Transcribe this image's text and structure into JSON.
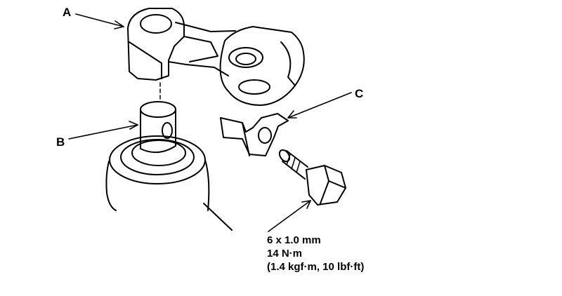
{
  "callouts": {
    "a": "A",
    "b": "B",
    "c": "C"
  },
  "spec": {
    "size": "6 x 1.0 mm",
    "torque_nm": "14 N·m",
    "torque_alt": "(1.4 kgf·m, 10 lbf·ft)"
  },
  "colors": {
    "line": "#000000",
    "background": "#ffffff"
  }
}
